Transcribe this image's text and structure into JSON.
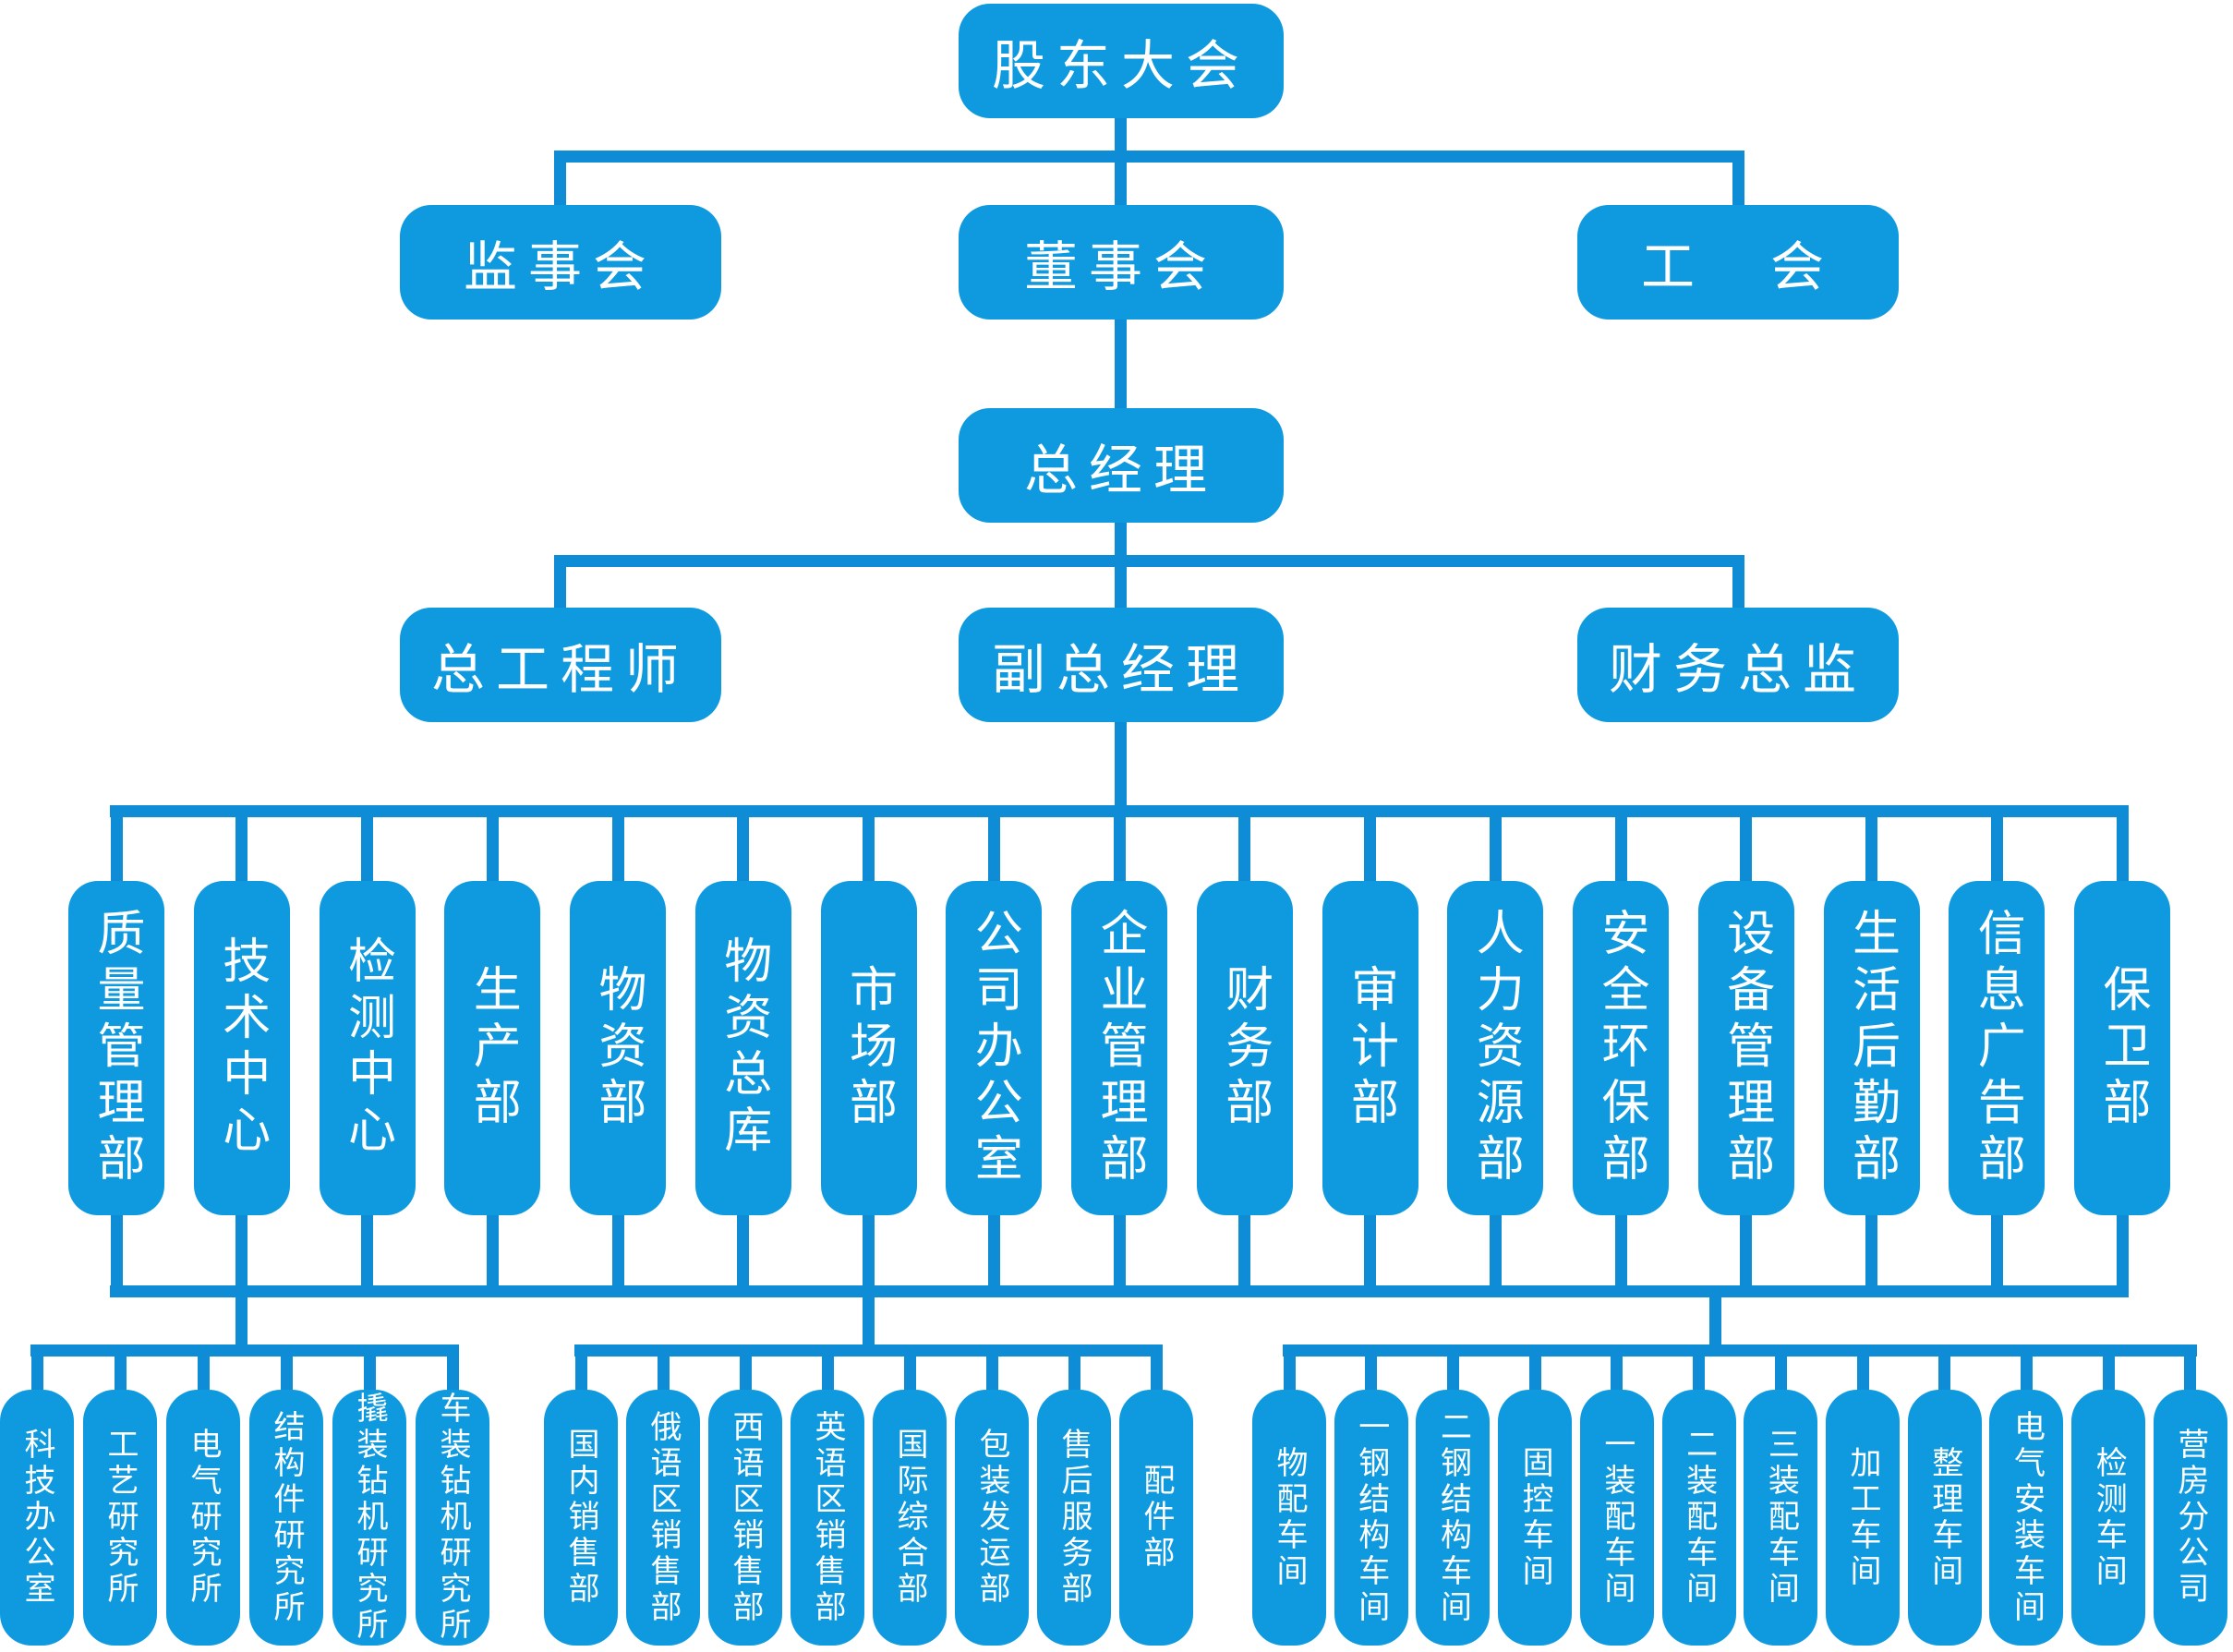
{
  "colors": {
    "node_fill": "#0F9ADF",
    "connector": "#0E8CD6",
    "node_text": "#FFFFFF",
    "background": "#FFFFFF"
  },
  "org": {
    "level1": "股东大会",
    "level2": [
      "监事会",
      "董事会",
      "工　会"
    ],
    "level3": "总经理",
    "level4": [
      "总工程师",
      "副总经理",
      "财务总监"
    ],
    "departments": [
      "质量管理部",
      "技术中心",
      "检测中心",
      "生产部",
      "物资部",
      "物资总库",
      "市场部",
      "公司办公室",
      "企业管理部",
      "财务部",
      "审计部",
      "人力资源部",
      "安全环保部",
      "设备管理部",
      "生活后勤部",
      "信息广告部",
      "保卫部"
    ],
    "bottom_groups": [
      {
        "items": [
          "科技办公室",
          "工艺研究所",
          "电气研究所",
          "结构件研究所",
          "撬装钻机研究所",
          "车装钻机研究所"
        ]
      },
      {
        "items": [
          "国内销售部",
          "俄语区销售部",
          "西语区销售部",
          "英语区销售部",
          "国际综合部",
          "包装发运部",
          "售后服务部",
          "配件部"
        ]
      },
      {
        "items": [
          "物配车间",
          "一钢结构车间",
          "二钢结构车间",
          "固控车间",
          "一装配车间",
          "二装配车间",
          "三装配车间",
          "加工车间",
          "整理车间",
          "电气安装车间",
          "检测车间",
          "营房分公司"
        ]
      }
    ]
  }
}
